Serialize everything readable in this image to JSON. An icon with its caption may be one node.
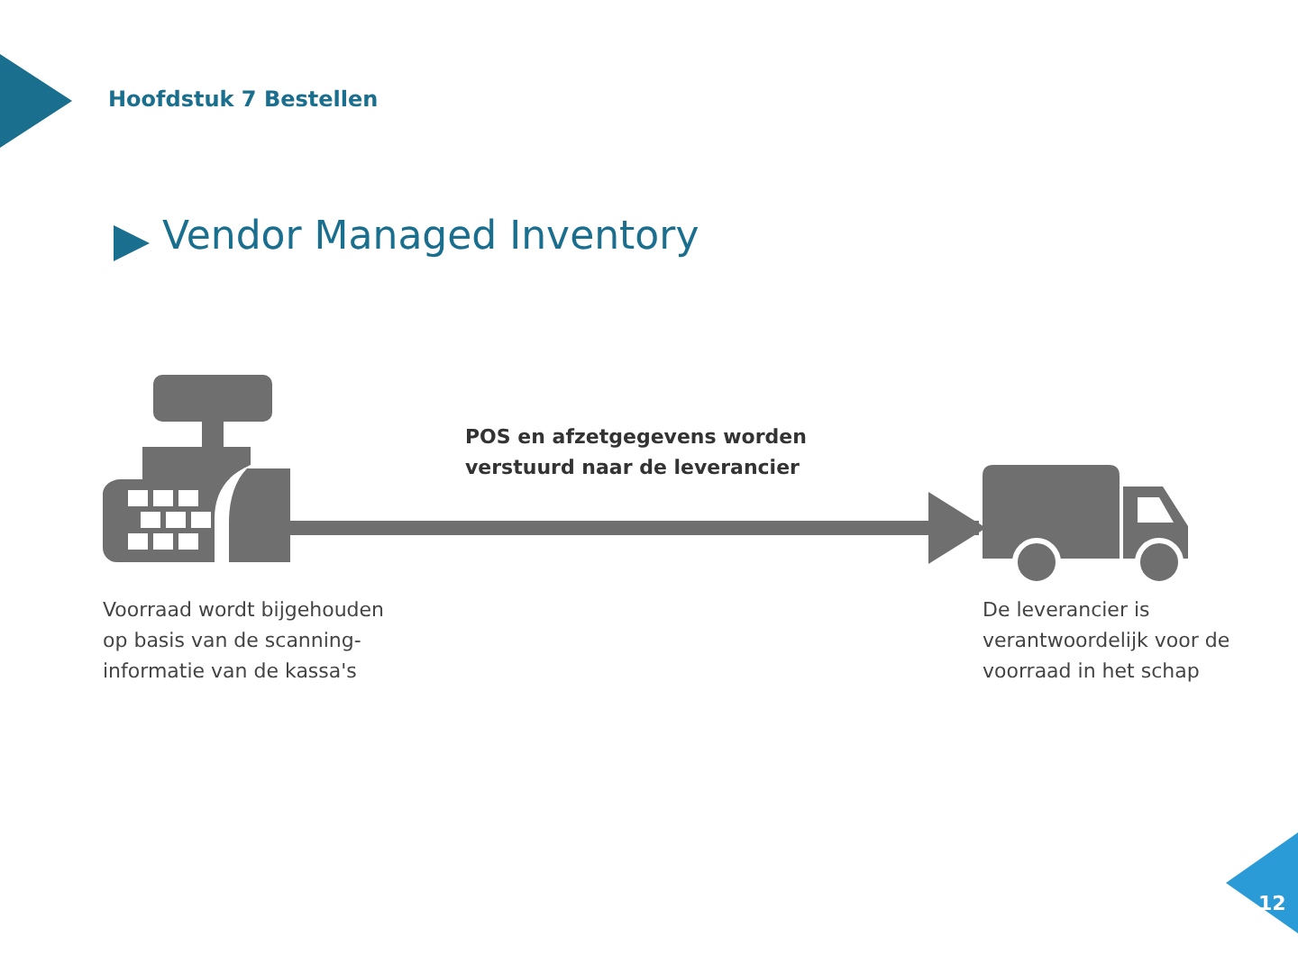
{
  "diagram": {
    "title": "Vendor Managed Inventory",
    "nodes": [
      {
        "text": [],
        "shape": "picture",
        "beside": [
          "Voorraad wordt bijgehouden op basis van de scanning-informatie van de kassa's"
        ]
      },
      {
        "text": [],
        "shape": "picture",
        "beside": [
          "De leverancier is verantwoordelijk voor de voorraad in het schap"
        ]
      }
    ],
    "edges": [
      {
        "from": 0,
        "to": 1,
        "arrow": "to",
        "label": "POS en afzetgegevens worden verstuurd naar de leverancier"
      }
    ],
    "labels": [
      "Hoofdstuk 7 Bestellen",
      "12"
    ]
  }
}
